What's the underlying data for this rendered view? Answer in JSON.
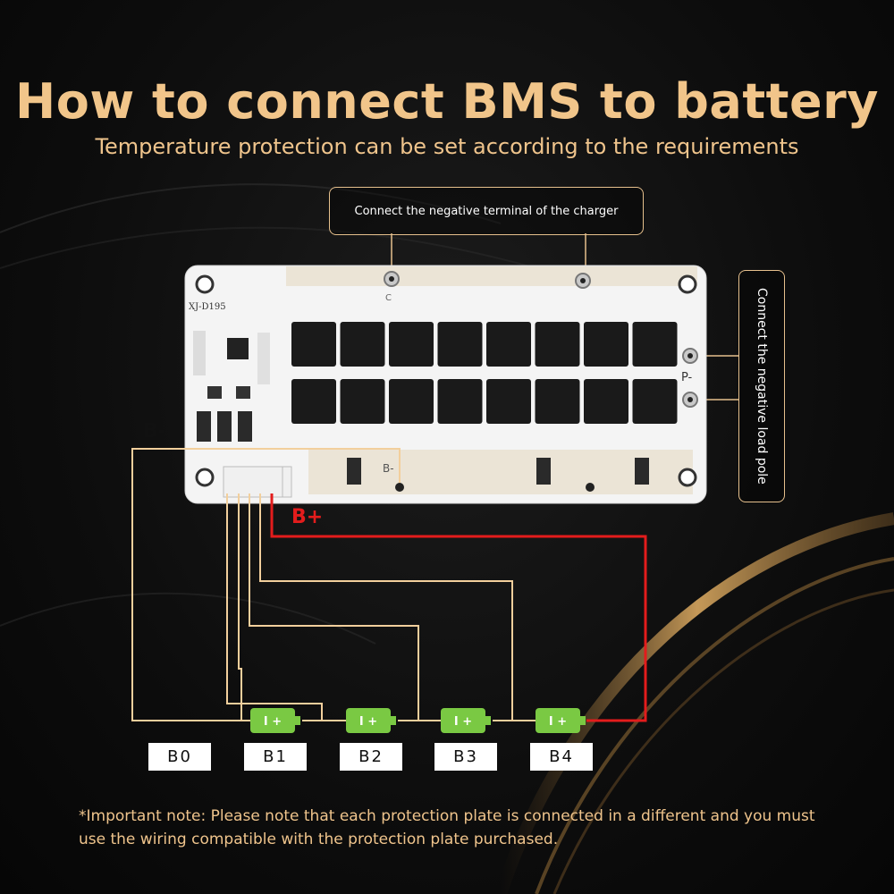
{
  "header": {
    "title": "How to connect BMS to battery",
    "subtitle": "Temperature protection can be set according to the requirements"
  },
  "callouts": {
    "charger_negative": "Connect the negative terminal of the charger",
    "load_negative": "Connect the negative load pole"
  },
  "board": {
    "model_text": "XJ-D195",
    "p_minus_label": "P-",
    "b_minus_pad_label": "B-",
    "c_label": "C"
  },
  "wires": {
    "b_minus_label": "B-",
    "b_plus_label": "B+"
  },
  "cells": {
    "labels": [
      "B0",
      "B1",
      "B2",
      "B3",
      "B4"
    ],
    "symbol": "I +"
  },
  "colors": {
    "accent": "#f1c58a",
    "wire": "#f2cf9c",
    "positive_wire": "#e31c1c",
    "cell": "#7ac943",
    "board": "#f4f4f4",
    "mosfet": "#1a1a1a"
  },
  "note": "*Important note: Please note that each protection plate is connected in a different and you must use the wiring compatible with the protection plate purchased."
}
